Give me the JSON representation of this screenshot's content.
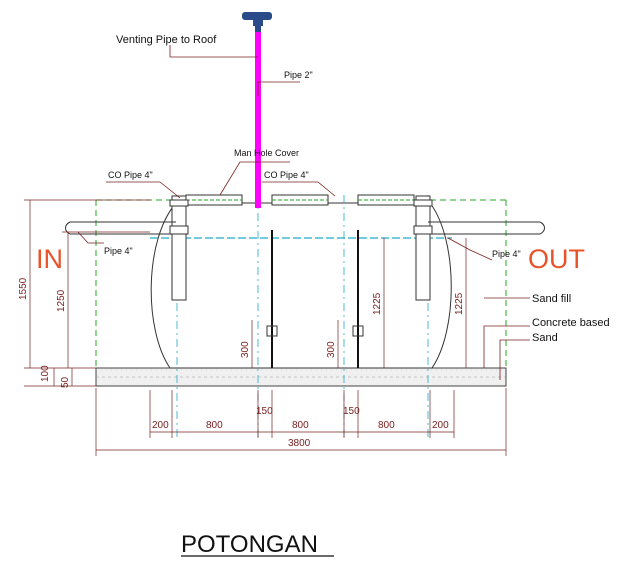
{
  "labels": {
    "venting_pipe": "Venting Pipe to Roof",
    "pipe_2": "Pipe 2\"",
    "man_hole_cover": "Man Hole Cover",
    "co_pipe_left": "CO Pipe 4\"",
    "co_pipe_right": "CO Pipe 4\"",
    "pipe_4_left": "Pipe 4\"",
    "pipe_4_right": "Pipe 4\"",
    "in": "IN",
    "out": "OUT",
    "sand_fill": "Sand fill",
    "concrete_based": "Concrete based",
    "sand": "Sand",
    "title": "POTONGAN"
  },
  "dimensions": {
    "h_1550": "1550",
    "h_1250": "1250",
    "h_1225_left": "1225",
    "h_1225_right": "1225",
    "h_300_left": "300",
    "h_300_right": "300",
    "h_100": "100",
    "h_50": "50",
    "w_200_left": "200",
    "w_800_1": "800",
    "w_150_1": "150",
    "w_800_2": "800",
    "w_150_2": "150",
    "w_800_3": "800",
    "w_200_right": "200",
    "w_3800": "3800"
  },
  "colors": {
    "vent_pipe": "#ff00ff",
    "vent_cap": "#2a4a8a",
    "io_label": "#e8542a",
    "dimension": "#7a2020",
    "guide_green": "#22aa22",
    "guide_cyan": "#22aacc"
  }
}
